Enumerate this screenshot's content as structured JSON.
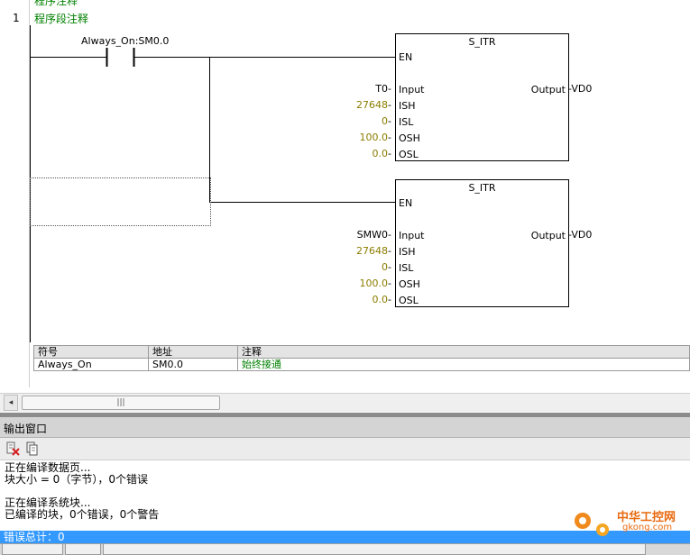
{
  "program": {
    "comment_header": "程序注释",
    "network_number": "1",
    "network_comment": "程序段注释",
    "contact_label": "Always_On:SM0.0"
  },
  "blocks": [
    {
      "title": "S_ITR",
      "en_label": "EN",
      "output_pin": "Output",
      "output_var": "VD0",
      "inputs": [
        {
          "pin": "Input",
          "value": "T0",
          "const": false
        },
        {
          "pin": "ISH",
          "value": "27648",
          "const": true
        },
        {
          "pin": "ISL",
          "value": "0",
          "const": true
        },
        {
          "pin": "OSH",
          "value": "100.0",
          "const": true
        },
        {
          "pin": "OSL",
          "value": "0.0",
          "const": true
        }
      ]
    },
    {
      "title": "S_ITR",
      "en_label": "EN",
      "output_pin": "Output",
      "output_var": "VD0",
      "inputs": [
        {
          "pin": "Input",
          "value": "SMW0",
          "const": false
        },
        {
          "pin": "ISH",
          "value": "27648",
          "const": true
        },
        {
          "pin": "ISL",
          "value": "0",
          "const": true
        },
        {
          "pin": "OSH",
          "value": "100.0",
          "const": true
        },
        {
          "pin": "OSL",
          "value": "0.0",
          "const": true
        }
      ]
    }
  ],
  "symbol_table": {
    "headers": [
      "符号",
      "地址",
      "注释"
    ],
    "rows": [
      {
        "symbol": "Always_On",
        "address": "SM0.0",
        "comment": "始终接通"
      }
    ]
  },
  "scrollbar": {
    "left_arrow": "◂",
    "thumb_grip": "|||"
  },
  "output_window": {
    "title": "输出窗口",
    "lines": [
      "正在编译数据页...",
      "块大小 = 0（字节），0个错误",
      "",
      "正在编译系统块...",
      "已编译的块，0个错误，0个警告"
    ],
    "error_total": "错误总计：0"
  },
  "watermark": {
    "text": "中华工控网",
    "sub": "gkong.com"
  },
  "colors": {
    "comment_green": "#008000",
    "const_olive": "#8b7d00",
    "selection_blue": "#3399ff",
    "watermark_orange": "#e86a10"
  }
}
